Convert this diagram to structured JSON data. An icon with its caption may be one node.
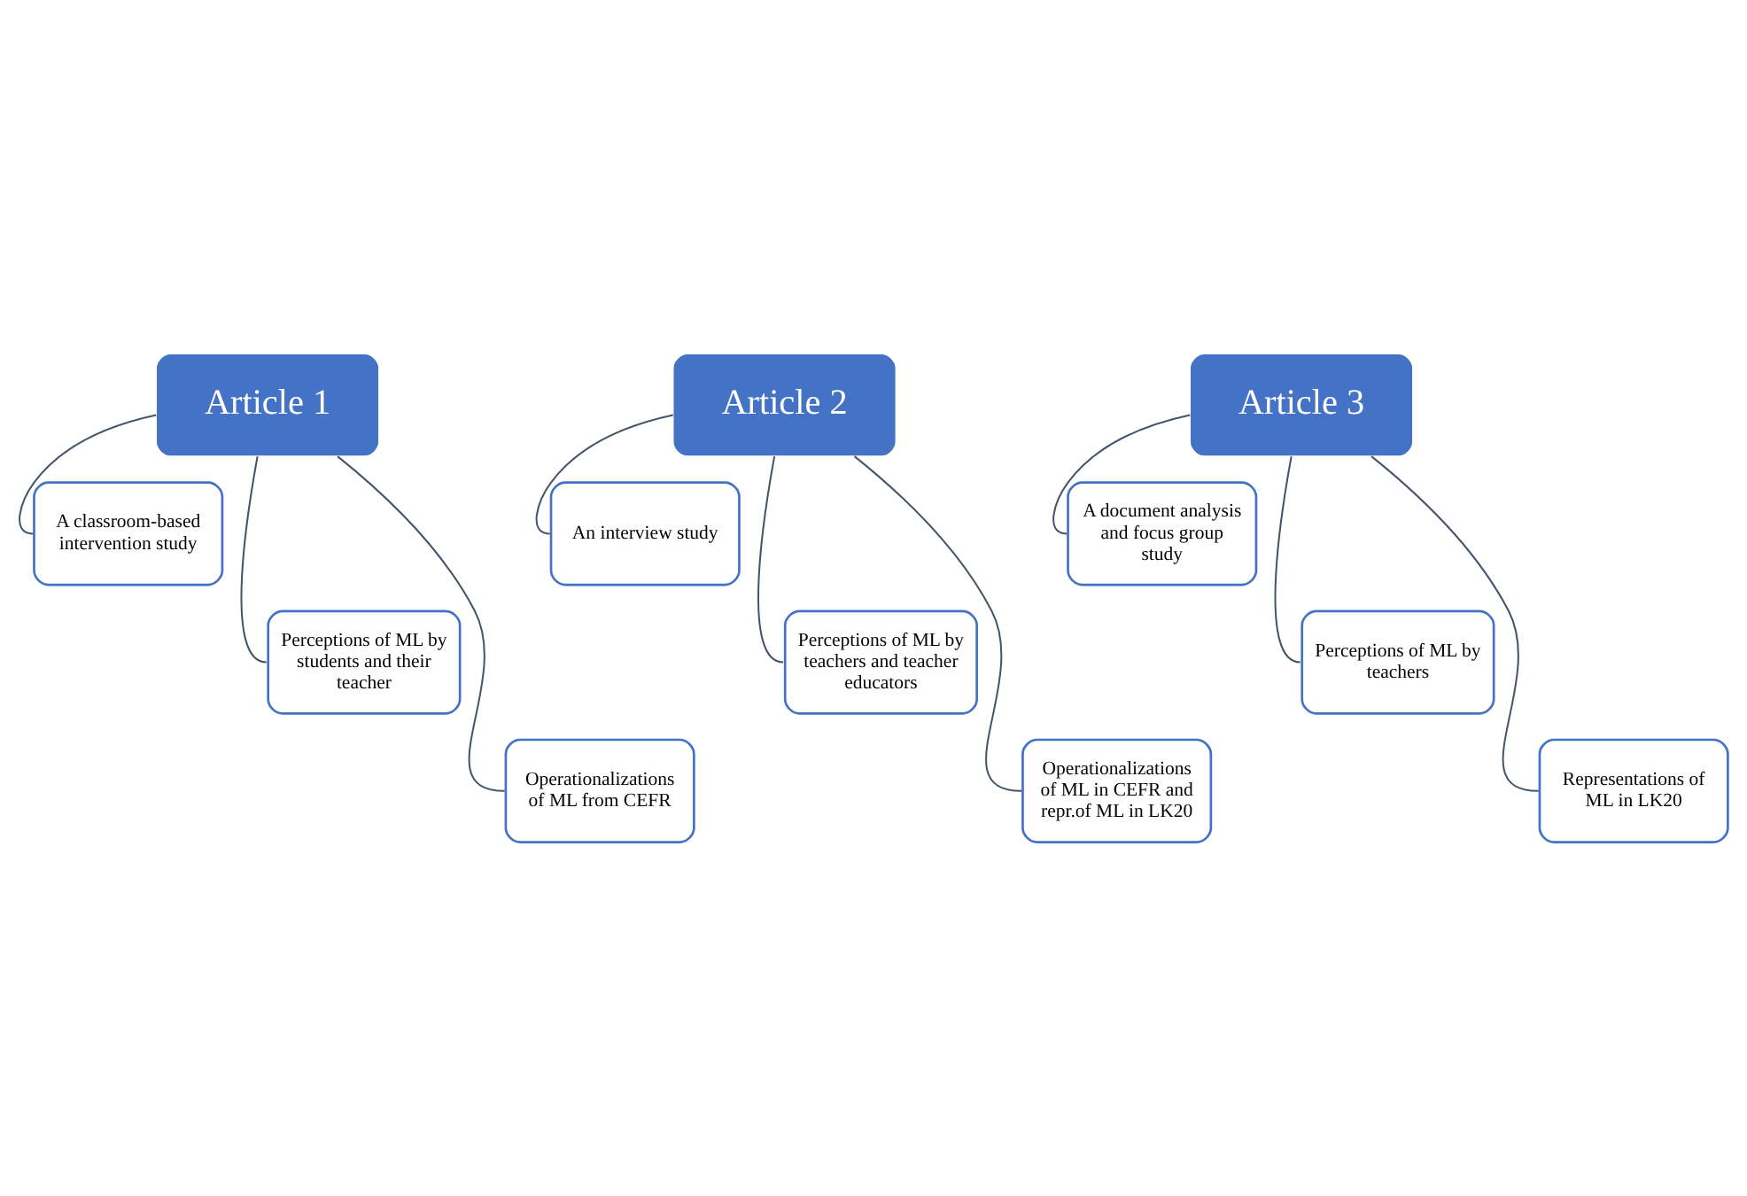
{
  "diagram": {
    "nodes": [
      {
        "text": [
          "Article 1"
        ]
      },
      {
        "text": [
          "A classroom-based intervention study"
        ]
      },
      {
        "text": [
          "Perceptions of ML by students and their teacher"
        ]
      },
      {
        "text": [
          "Operationalizations of ML from CEFR"
        ]
      },
      {
        "text": [
          "Article 2"
        ]
      },
      {
        "text": [
          "An interview study"
        ]
      },
      {
        "text": [
          "Perceptions of ML by teachers and teacher educators"
        ]
      },
      {
        "text": [
          "Operationalizations of ML in CEFR and repr.of ML in LK20"
        ]
      },
      {
        "text": [
          "Article 3"
        ]
      },
      {
        "text": [
          "A document analysis and focus group study"
        ]
      },
      {
        "text": [
          "Perceptions of ML by teachers"
        ]
      },
      {
        "text": [
          "Representations of ML in LK20"
        ]
      }
    ],
    "edges": [
      {
        "from": 0,
        "to": 1,
        "arrow": "none"
      },
      {
        "from": 0,
        "to": 2,
        "arrow": "none"
      },
      {
        "from": 0,
        "to": 3,
        "arrow": "none"
      },
      {
        "from": 4,
        "to": 5,
        "arrow": "none"
      },
      {
        "from": 4,
        "to": 6,
        "arrow": "none"
      },
      {
        "from": 4,
        "to": 7,
        "arrow": "none"
      },
      {
        "from": 8,
        "to": 9,
        "arrow": "none"
      },
      {
        "from": 8,
        "to": 10,
        "arrow": "none"
      },
      {
        "from": 8,
        "to": 11,
        "arrow": "none"
      }
    ]
  }
}
